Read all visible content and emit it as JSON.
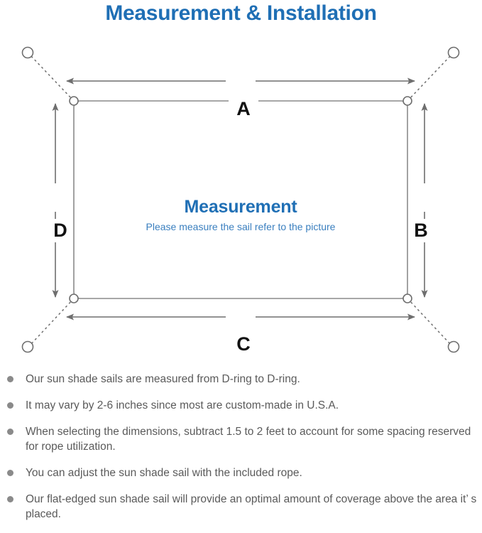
{
  "title": "Measurement & Installation",
  "colors": {
    "title_blue": "#1f6fb5",
    "subtitle_blue": "#3a7fbf",
    "line_gray": "#6e6e6e",
    "sail_gray": "#8a8a8a",
    "text_gray": "#5a5a5a"
  },
  "diagram": {
    "labels": {
      "a": "A",
      "b": "B",
      "c": "C",
      "d": "D"
    },
    "center_title": "Measurement",
    "center_subtitle": "Please measure the sail refer to the picture",
    "anchor_count": 4,
    "dring_count": 4
  },
  "notes": [
    {
      "text": "Our sun shade sails are measured from D-ring to D-ring."
    },
    {
      "text": "It may vary by 2-6 inches since most are custom-made in U.S.A."
    },
    {
      "text": "When selecting the dimensions, subtract 1.5 to 2 feet to account for some spacing reserved for rope utilization."
    },
    {
      "text": "You can adjust the sun shade sail with the included rope."
    },
    {
      "text": "Our flat-edged sun shade sail will provide an optimal amount of coverage above the area it’ s placed."
    }
  ]
}
